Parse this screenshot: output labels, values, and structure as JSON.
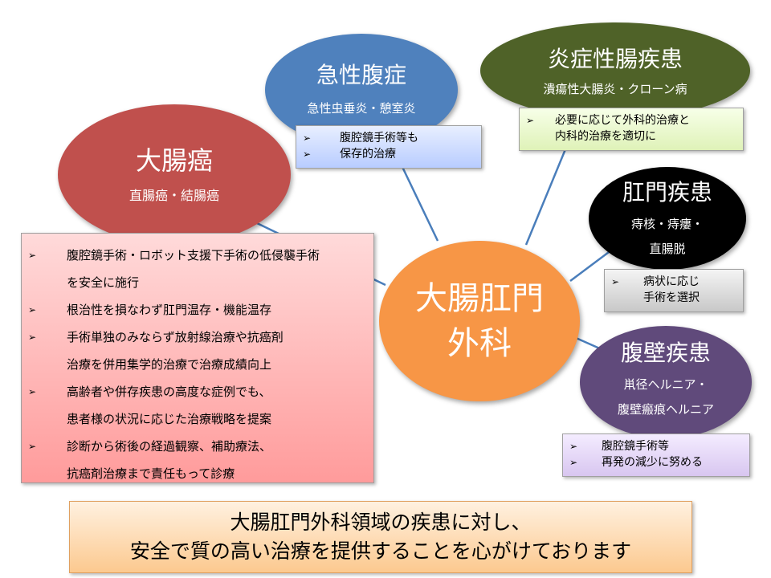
{
  "colors": {
    "center": "#f79646",
    "colorectal": "#c0504d",
    "acute": "#4f81bd",
    "ibd": "#4f6228",
    "anal": "#000000",
    "hernia": "#604a7b"
  },
  "bullet_icon": "➢",
  "center": {
    "line1": "大腸肛門",
    "line2": "外科"
  },
  "colorectal": {
    "title": "大腸癌",
    "subtitle": "直腸癌・結腸癌",
    "items": [
      [
        "腹腔鏡手術・ロボット支援下手術の低侵襲手術",
        "を安全に施行"
      ],
      [
        "根治性を損なわず肛門温存・機能温存"
      ],
      [
        "手術単独のみならず放射線治療や抗癌剤",
        "治療を併用集学的治療で治療成績向上"
      ],
      [
        "高齢者や併存疾患の高度な症例でも、",
        "患者様の状況に応じた治療戦略を提案"
      ],
      [
        "診断から術後の経過観察、補助療法、",
        "抗癌剤治療まで責任もって診療"
      ]
    ]
  },
  "acute": {
    "title": "急性腹症",
    "subtitle": "急性虫垂炎・憩室炎",
    "items": [
      "腹腔鏡手術等も",
      "保存的治療"
    ]
  },
  "ibd": {
    "title": "炎症性腸疾患",
    "subtitle": "潰瘍性大腸炎・クローン病",
    "items": [
      [
        "必要に応じて外科的治療と",
        "内科的治療を適切に"
      ]
    ]
  },
  "anal": {
    "title": "肛門疾患",
    "sub1": "痔核・痔瘻・",
    "sub2": "直腸脱",
    "items": [
      [
        "病状に応じ",
        "手術を選択"
      ]
    ]
  },
  "hernia": {
    "title": "腹壁疾患",
    "sub1": "鼡径ヘルニア・",
    "sub2": "腹壁瘢痕ヘルニア",
    "items": [
      "腹腔鏡手術等",
      "再発の減少に努める"
    ]
  },
  "footer": {
    "line1": "大腸肛門外科領域の疾患に対し、",
    "line2": "安全で質の高い治療を提供することを心がけております"
  }
}
